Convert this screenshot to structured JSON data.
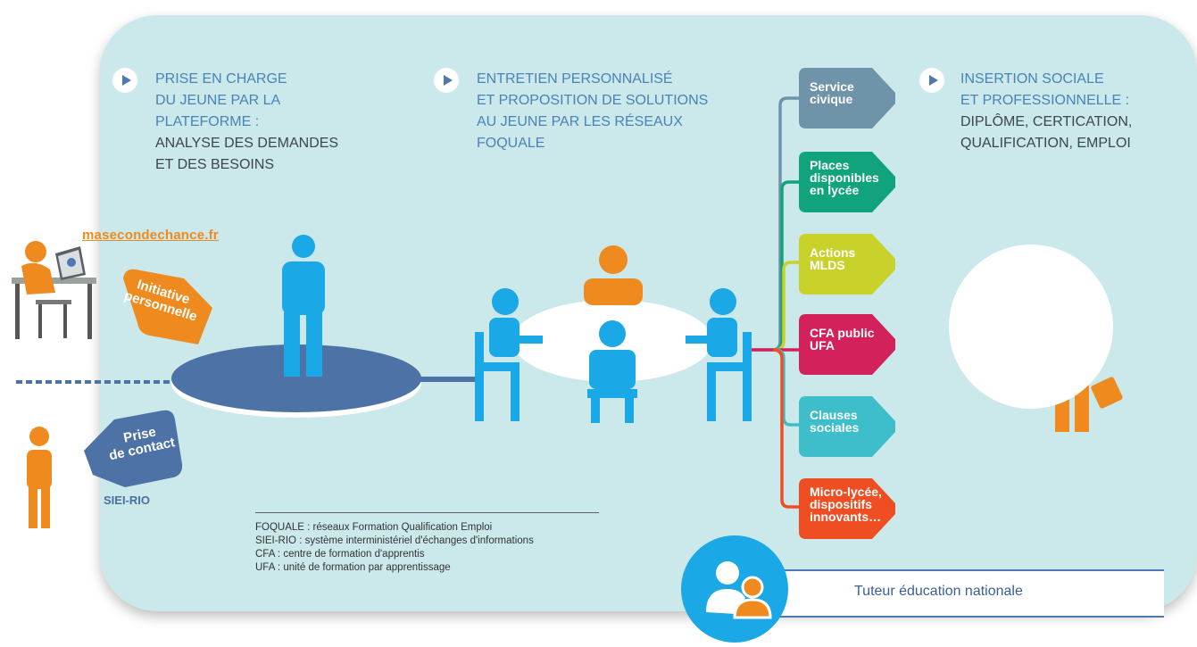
{
  "steps": [
    {
      "lines_blue": [
        "PRISE EN CHARGE",
        "DU JEUNE PAR LA",
        "PLATEFORME :"
      ],
      "lines_dark": [
        "ANALYSE DES DEMANDES",
        "ET DES BESOINS"
      ]
    },
    {
      "lines_blue": [
        "ENTRETIEN PERSONNALISÉ",
        "ET PROPOSITION DE SOLUTIONS",
        "AU JEUNE PAR LES RÉSEAUX",
        "FOQUALE"
      ],
      "lines_dark": []
    },
    {
      "lines_blue": [
        "INSERTION SOCIALE",
        "ET PROFESSIONNELLE :"
      ],
      "lines_dark": [
        "DIPLÔME, CERTICATION,",
        "QUALIFICATION, EMPLOI"
      ]
    }
  ],
  "website_link": "masecondechance.fr",
  "tags": {
    "initiative": [
      "Initiative",
      "personnelle"
    ],
    "contact": [
      "Prise",
      "de contact"
    ]
  },
  "siei_label": "SIEI-RIO",
  "solutions": [
    {
      "lines": [
        "Service",
        "civique"
      ],
      "color": "#6f93a9"
    },
    {
      "lines": [
        "Places",
        "disponibles",
        "en lycée"
      ],
      "color": "#10a37c"
    },
    {
      "lines": [
        "Actions",
        "MLDS"
      ],
      "color": "#c9d22b"
    },
    {
      "lines": [
        "CFA public",
        "UFA"
      ],
      "color": "#d3215b"
    },
    {
      "lines": [
        "Clauses",
        "sociales"
      ],
      "color": "#3ebecb"
    },
    {
      "lines": [
        "Micro-lycée,",
        "dispositifs",
        "innovants…"
      ],
      "color": "#ee4e22"
    }
  ],
  "legend": [
    "FOQUALE : réseaux Formation Qualification Emploi",
    "SIEI-RIO : système interministériel d'échanges d'informations",
    "CFA : centre de formation d'apprentis",
    "UFA : unité de formation par apprentissage"
  ],
  "tutor_label": "Tuteur éducation nationale",
  "colors": {
    "panel": "#cbe8ea",
    "blue_person": "#1aa8e6",
    "orange_person": "#ef8a1e",
    "platform": "#4d72a6",
    "accent": "#4d7ab3"
  }
}
